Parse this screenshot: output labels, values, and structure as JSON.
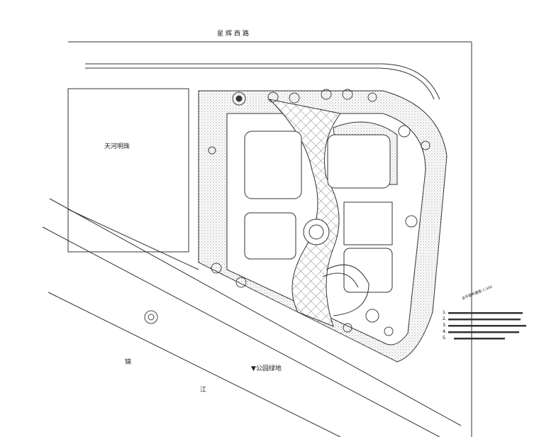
{
  "labels": {
    "road_north": "星辉西路",
    "neighbor_building": "天河明珠",
    "river_char_1": "锦",
    "river_char_2": "江",
    "park_green": "▼公园绿地",
    "plan_title": "总平面布置图",
    "plan_scale": "1:500"
  },
  "notes": [
    "1.",
    "2.",
    "3.",
    "4.",
    "5."
  ],
  "colors": {
    "line": "#333333",
    "hatch": "#9a9a9a"
  }
}
